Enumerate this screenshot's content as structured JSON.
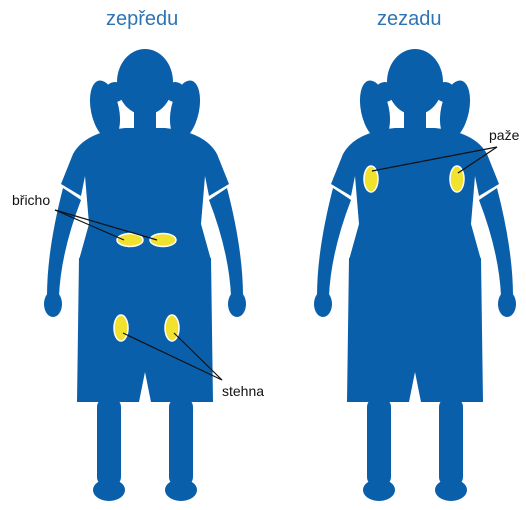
{
  "views": {
    "front": {
      "title": "zepředu"
    },
    "back": {
      "title": "zezadu"
    }
  },
  "sites": {
    "abdomen": {
      "label": "břicho"
    },
    "thighs": {
      "label": "stehna"
    },
    "arms": {
      "label": "paže"
    }
  },
  "colors": {
    "silhouette": "#0a5fab",
    "site_fill": "#f2e230",
    "site_outline": "#ffffff",
    "heading_text": "#2e74b5",
    "leader_line": "#111111"
  }
}
